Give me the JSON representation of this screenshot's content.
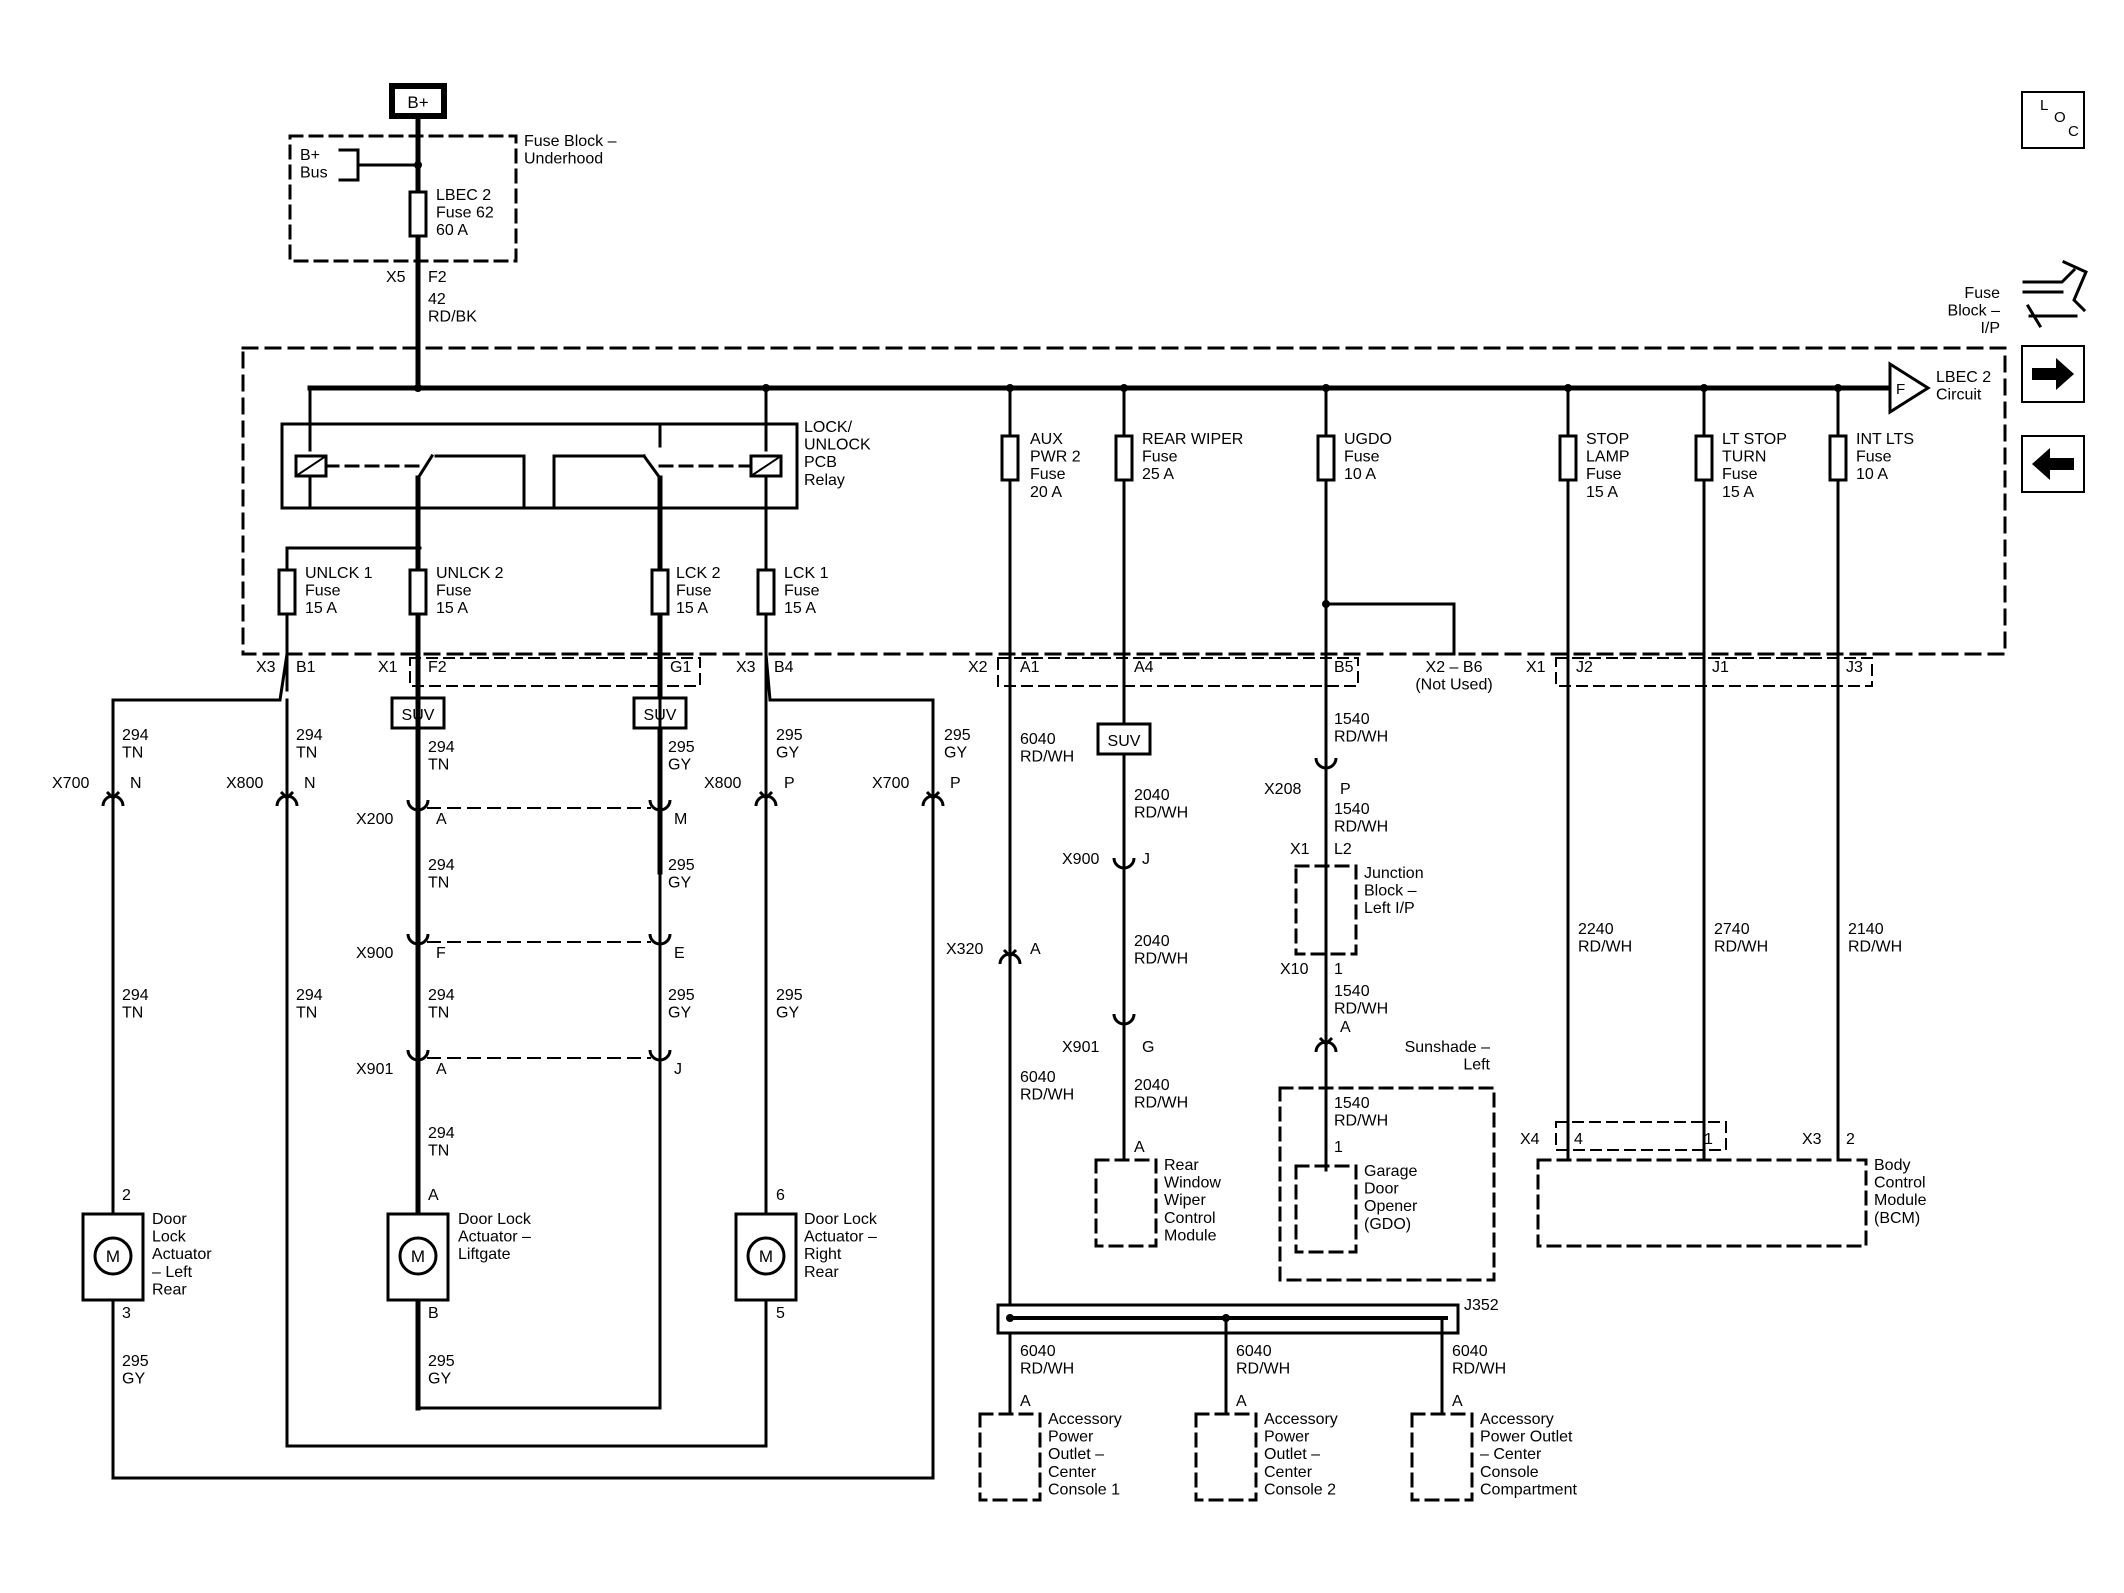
{
  "icons": [
    "loc-icon",
    "fuse-block-icon",
    "arrow-right-icon",
    "arrow-left-icon"
  ],
  "loc_icon": {
    "l": "L",
    "o": "O",
    "c": "C"
  },
  "bplus": "B+",
  "fuse_block_underhood": [
    "Fuse Block –",
    "Underhood"
  ],
  "bplus_bus": [
    "B+",
    "Bus"
  ],
  "lbec2_fuse": [
    "LBEC 2",
    "Fuse 62",
    "60 A"
  ],
  "conn_x5": "X5",
  "pin_f2_top": "F2",
  "wire_42": [
    "42",
    "RD/BK"
  ],
  "fuse_block_ip": [
    "Fuse",
    "Block –",
    "I/P"
  ],
  "lbec2_circuit": [
    "LBEC 2",
    "Circuit"
  ],
  "lbec2_f": "F",
  "relay_label": [
    "LOCK/",
    "UNLOCK",
    "PCB",
    "Relay"
  ],
  "fuses": [
    {
      "lines": [
        "AUX",
        "PWR 2",
        "Fuse",
        "20 A"
      ]
    },
    {
      "lines": [
        "REAR WIPER",
        "Fuse",
        "25 A"
      ]
    },
    {
      "lines": [
        "UGDO",
        "Fuse",
        "10 A"
      ]
    },
    {
      "lines": [
        "STOP",
        "LAMP",
        "Fuse",
        "15 A"
      ]
    },
    {
      "lines": [
        "LT STOP",
        "TURN",
        "Fuse",
        "15 A"
      ]
    },
    {
      "lines": [
        "INT LTS",
        "Fuse",
        "10 A"
      ]
    },
    {
      "lines": [
        "UNLCK 1",
        "Fuse",
        "15 A"
      ]
    },
    {
      "lines": [
        "UNLCK 2",
        "Fuse",
        "15 A"
      ]
    },
    {
      "lines": [
        "LCK 2",
        "Fuse",
        "15 A"
      ]
    },
    {
      "lines": [
        "LCK 1",
        "Fuse",
        "15 A"
      ]
    }
  ],
  "ip_connectors": {
    "x3_b1": [
      "X3",
      "B1"
    ],
    "x1_f2": [
      "X1",
      "F2"
    ],
    "g1": "G1",
    "x3_b4": [
      "X3",
      "B4"
    ],
    "x2_a1": [
      "X2",
      "A1"
    ],
    "a4": "A4",
    "b5": "B5",
    "x2_b6": [
      "X2 – B6",
      "(Not Used)"
    ],
    "x1_j2": [
      "X1",
      "J2"
    ],
    "j1": "J1",
    "j3": "J3"
  },
  "suv": "SUV",
  "wires": {
    "w294": [
      "294",
      "TN"
    ],
    "w295": [
      "295",
      "GY"
    ],
    "w6040": [
      "6040",
      "RD/WH"
    ],
    "w2040": [
      "2040",
      "RD/WH"
    ],
    "w1540": [
      "1540",
      "RD/WH"
    ],
    "w2240": [
      "2240",
      "RD/WH"
    ],
    "w2740": [
      "2740",
      "RD/WH"
    ],
    "w2140": [
      "2140",
      "RD/WH"
    ]
  },
  "inline_connectors": {
    "x700": "X700",
    "x800": "X800",
    "x200": "X200",
    "x900": "X900",
    "x901": "X901",
    "x320": "X320",
    "x208": "X208",
    "x1": "X1",
    "x10": "X10",
    "x4": "X4",
    "x3": "X3",
    "j352": "J352"
  },
  "pins": {
    "n": "N",
    "p": "P",
    "a": "A",
    "m": "M",
    "f": "F",
    "e": "E",
    "j": "J",
    "g": "G",
    "l2": "L2",
    "one": "1",
    "two": "2",
    "three": "3",
    "four": "4",
    "five": "5",
    "six": "6",
    "b": "B"
  },
  "motor_symbol": "M",
  "components": {
    "actuator_left_rear": [
      "Door",
      "Lock",
      "Actuator",
      "– Left",
      "Rear"
    ],
    "actuator_liftgate": [
      "Door Lock",
      "Actuator –",
      "Liftgate"
    ],
    "actuator_right_rear": [
      "Door Lock",
      "Actuator –",
      "Right",
      "Rear"
    ],
    "rear_wiper_module": [
      "Rear",
      "Window",
      "Wiper",
      "Control",
      "Module"
    ],
    "junction_block": [
      "Junction",
      "Block –",
      "Left I/P"
    ],
    "sunshade_left": [
      "Sunshade –",
      "Left"
    ],
    "garage_door_opener": [
      "Garage",
      "Door",
      "Opener",
      "(GDO)"
    ],
    "bcm": [
      "Body",
      "Control",
      "Module",
      "(BCM)"
    ],
    "apo1": [
      "Accessory",
      "Power",
      "Outlet –",
      "Center",
      "Console 1"
    ],
    "apo2": [
      "Accessory",
      "Power",
      "Outlet –",
      "Center",
      "Console 2"
    ],
    "apo3": [
      "Accessory",
      "Power Outlet",
      "– Center",
      "Console",
      "Compartment"
    ]
  }
}
